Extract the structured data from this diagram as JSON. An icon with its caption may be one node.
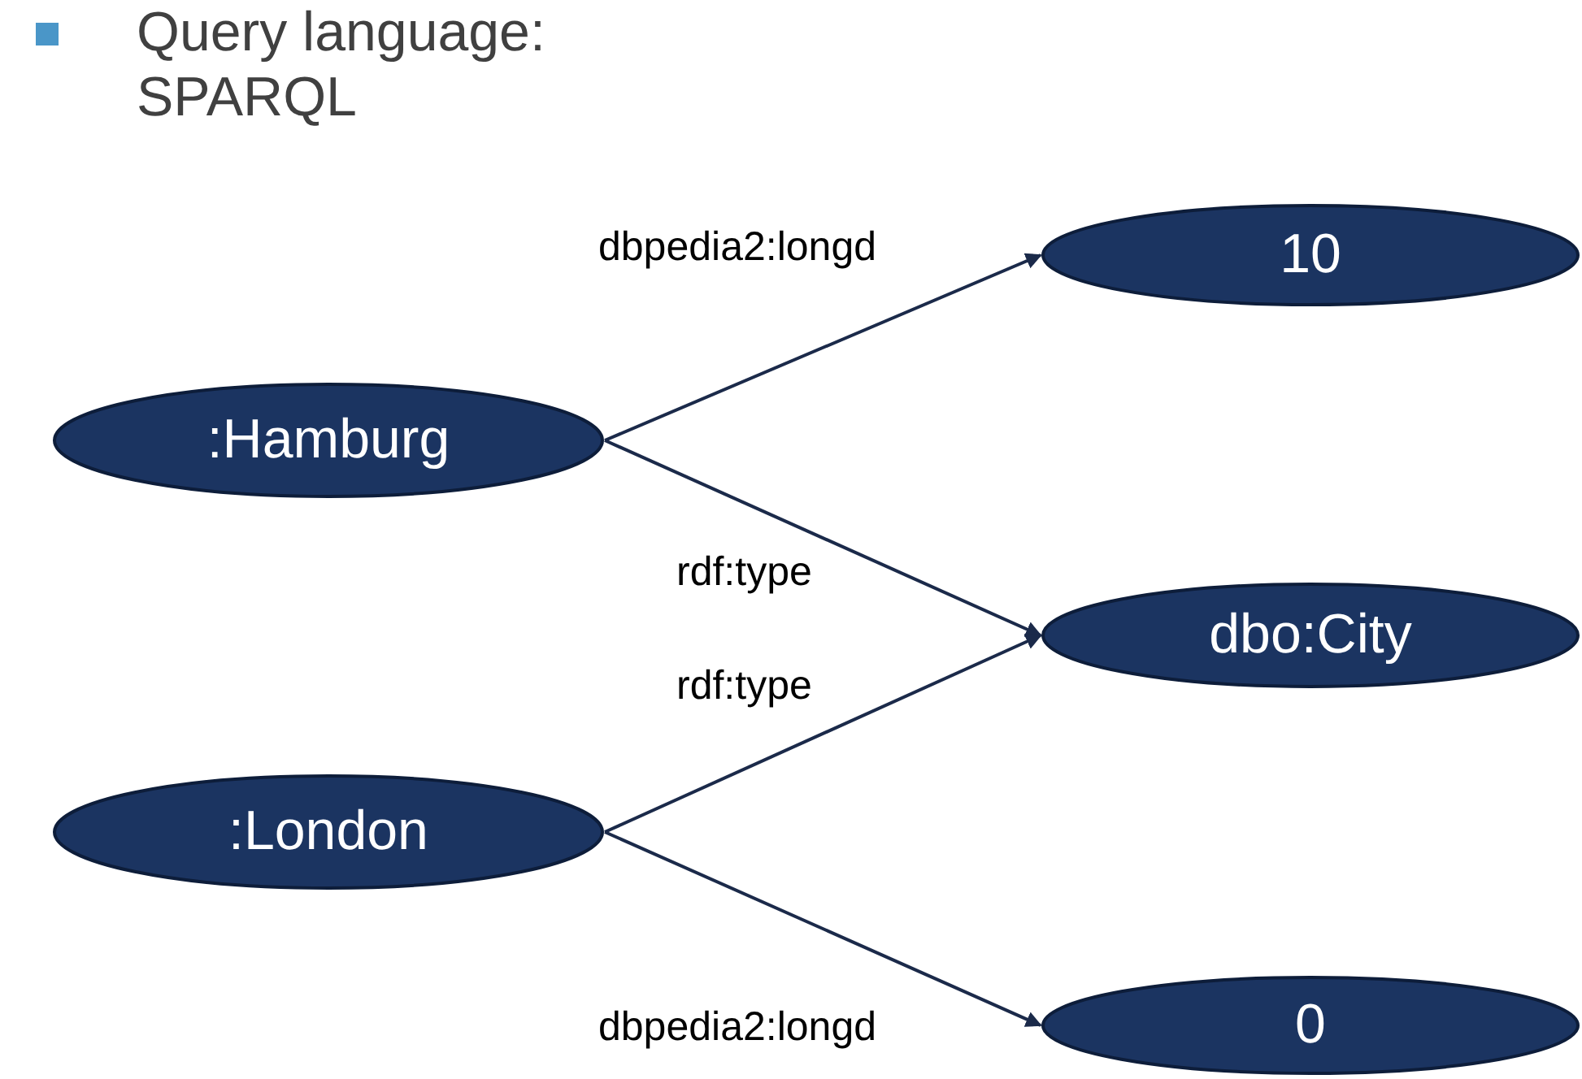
{
  "diagram": {
    "nodes": [
      {
        "text": [
          ":Hamburg"
        ]
      },
      {
        "text": [
          ":London"
        ]
      },
      {
        "text": [
          "10"
        ]
      },
      {
        "text": [
          "dbo:City"
        ]
      },
      {
        "text": [
          "0"
        ]
      }
    ],
    "edges": [
      {
        "from": 0,
        "to": 2,
        "arrow": "to",
        "label": "dbpedia2:longd"
      },
      {
        "from": 0,
        "to": 3,
        "arrow": "to",
        "label": "rdf:type"
      },
      {
        "from": 1,
        "to": 3,
        "arrow": "to",
        "label": "rdf:type"
      },
      {
        "from": 1,
        "to": 4,
        "arrow": "to",
        "label": "dbpedia2:longd"
      }
    ],
    "labels": [
      "Query language: SPARQL"
    ]
  }
}
